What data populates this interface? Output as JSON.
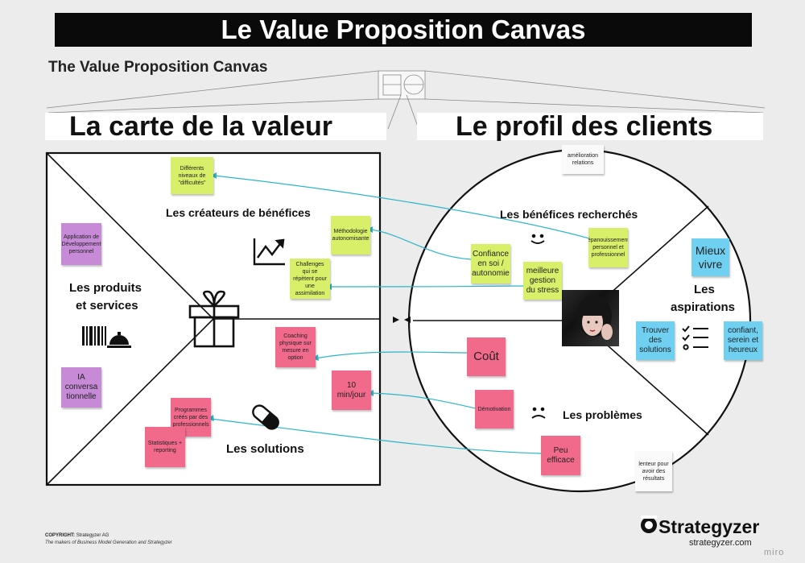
{
  "banner_title": "Le Value Proposition Canvas",
  "subtitle": "The Value Proposition Canvas",
  "value_map": {
    "heading": "La carte de la valeur",
    "gain_creators_label": "Les créateurs de bénéfices",
    "products_label_1": "Les produits",
    "products_label_2": "et services",
    "pain_relievers_label": "Les solutions"
  },
  "customer_profile": {
    "heading": "Le profil des clients",
    "gains_label": "Les bénéfices recherchés",
    "aspirations_label_1": "Les",
    "aspirations_label_2": "aspirations",
    "pains_label": "Les problèmes"
  },
  "notes": {
    "niveaux": "Différents niveaux de \"difficultés\"",
    "methodologie": "Méthodologie autonomisante",
    "challenges": "Challenges qui se répètent pour une assimilation",
    "app_dev": "Application de Développement personnel",
    "ia": "IA conversa tionnelle",
    "coaching": "Coaching physique sur mesure en option",
    "min_jour": "10 min/jour",
    "programmes": "Programmes créés par des professionnels",
    "statistiques": "Statistiques + reporting",
    "amelioration": "amélioration relations",
    "epanouissement": "épanouissement personnel et professionnel",
    "confiance": "Confiance en soi / autonomie",
    "stress": "meilleure gestion du stress",
    "mieux_vivre": "Mieux vivre",
    "trouver": "Trouver des solutions",
    "confiant": "confiant, serein et heureux",
    "cout": "Coût",
    "demotivation": "Démotivation",
    "peu_efficace": "Peu efficace",
    "lenteur": "lenteur pour avoir des résultats"
  },
  "icons": [
    "gift-icon",
    "trend-chart-icon",
    "barcode-icon",
    "service-bell-icon",
    "pill-icon",
    "smile-icon",
    "frown-icon",
    "checklist-icon"
  ],
  "footer": {
    "copyright_key": "COPYRIGHT:",
    "copyright_value": "Strategyzer AG",
    "makers": "The makers of Business Model Generation and Strategyzer",
    "brand": "Strategyzer",
    "brand_url": "strategyzer.com",
    "watermark": "miro"
  },
  "colors": {
    "lime": "#d8ef6a",
    "purple": "#c68ad6",
    "pink": "#f16a8b",
    "blue": "#6fd0f2",
    "connector": "#2bb5c9",
    "banner": "#0a0a0a"
  }
}
